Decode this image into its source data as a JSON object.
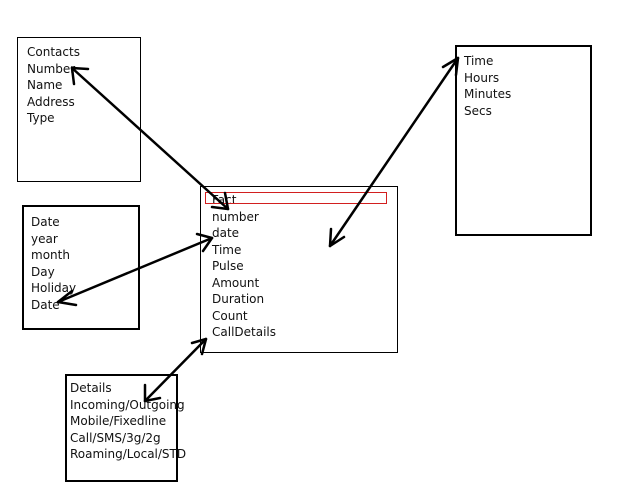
{
  "diagram": {
    "boxes": {
      "contacts": [
        "Contacts",
        "Number",
        "Name",
        "Address",
        "Type"
      ],
      "date": [
        "Date",
        "year",
        "month",
        "Day",
        "Holiday",
        "Date"
      ],
      "fact": [
        "Fact",
        "number",
        "date",
        "Time",
        "Pulse",
        "Amount",
        "Duration",
        "Count",
        "CallDetails"
      ],
      "time": [
        "Time",
        "Hours",
        "Minutes",
        "Secs"
      ],
      "details": [
        "Details",
        "Incoming/Outgoing",
        "Mobile/Fixedline",
        "Call/SMS/3g/2g",
        "Roaming/Local/STD"
      ]
    },
    "colors": {
      "highlight": "#d21f1f",
      "line": "#000000"
    }
  }
}
